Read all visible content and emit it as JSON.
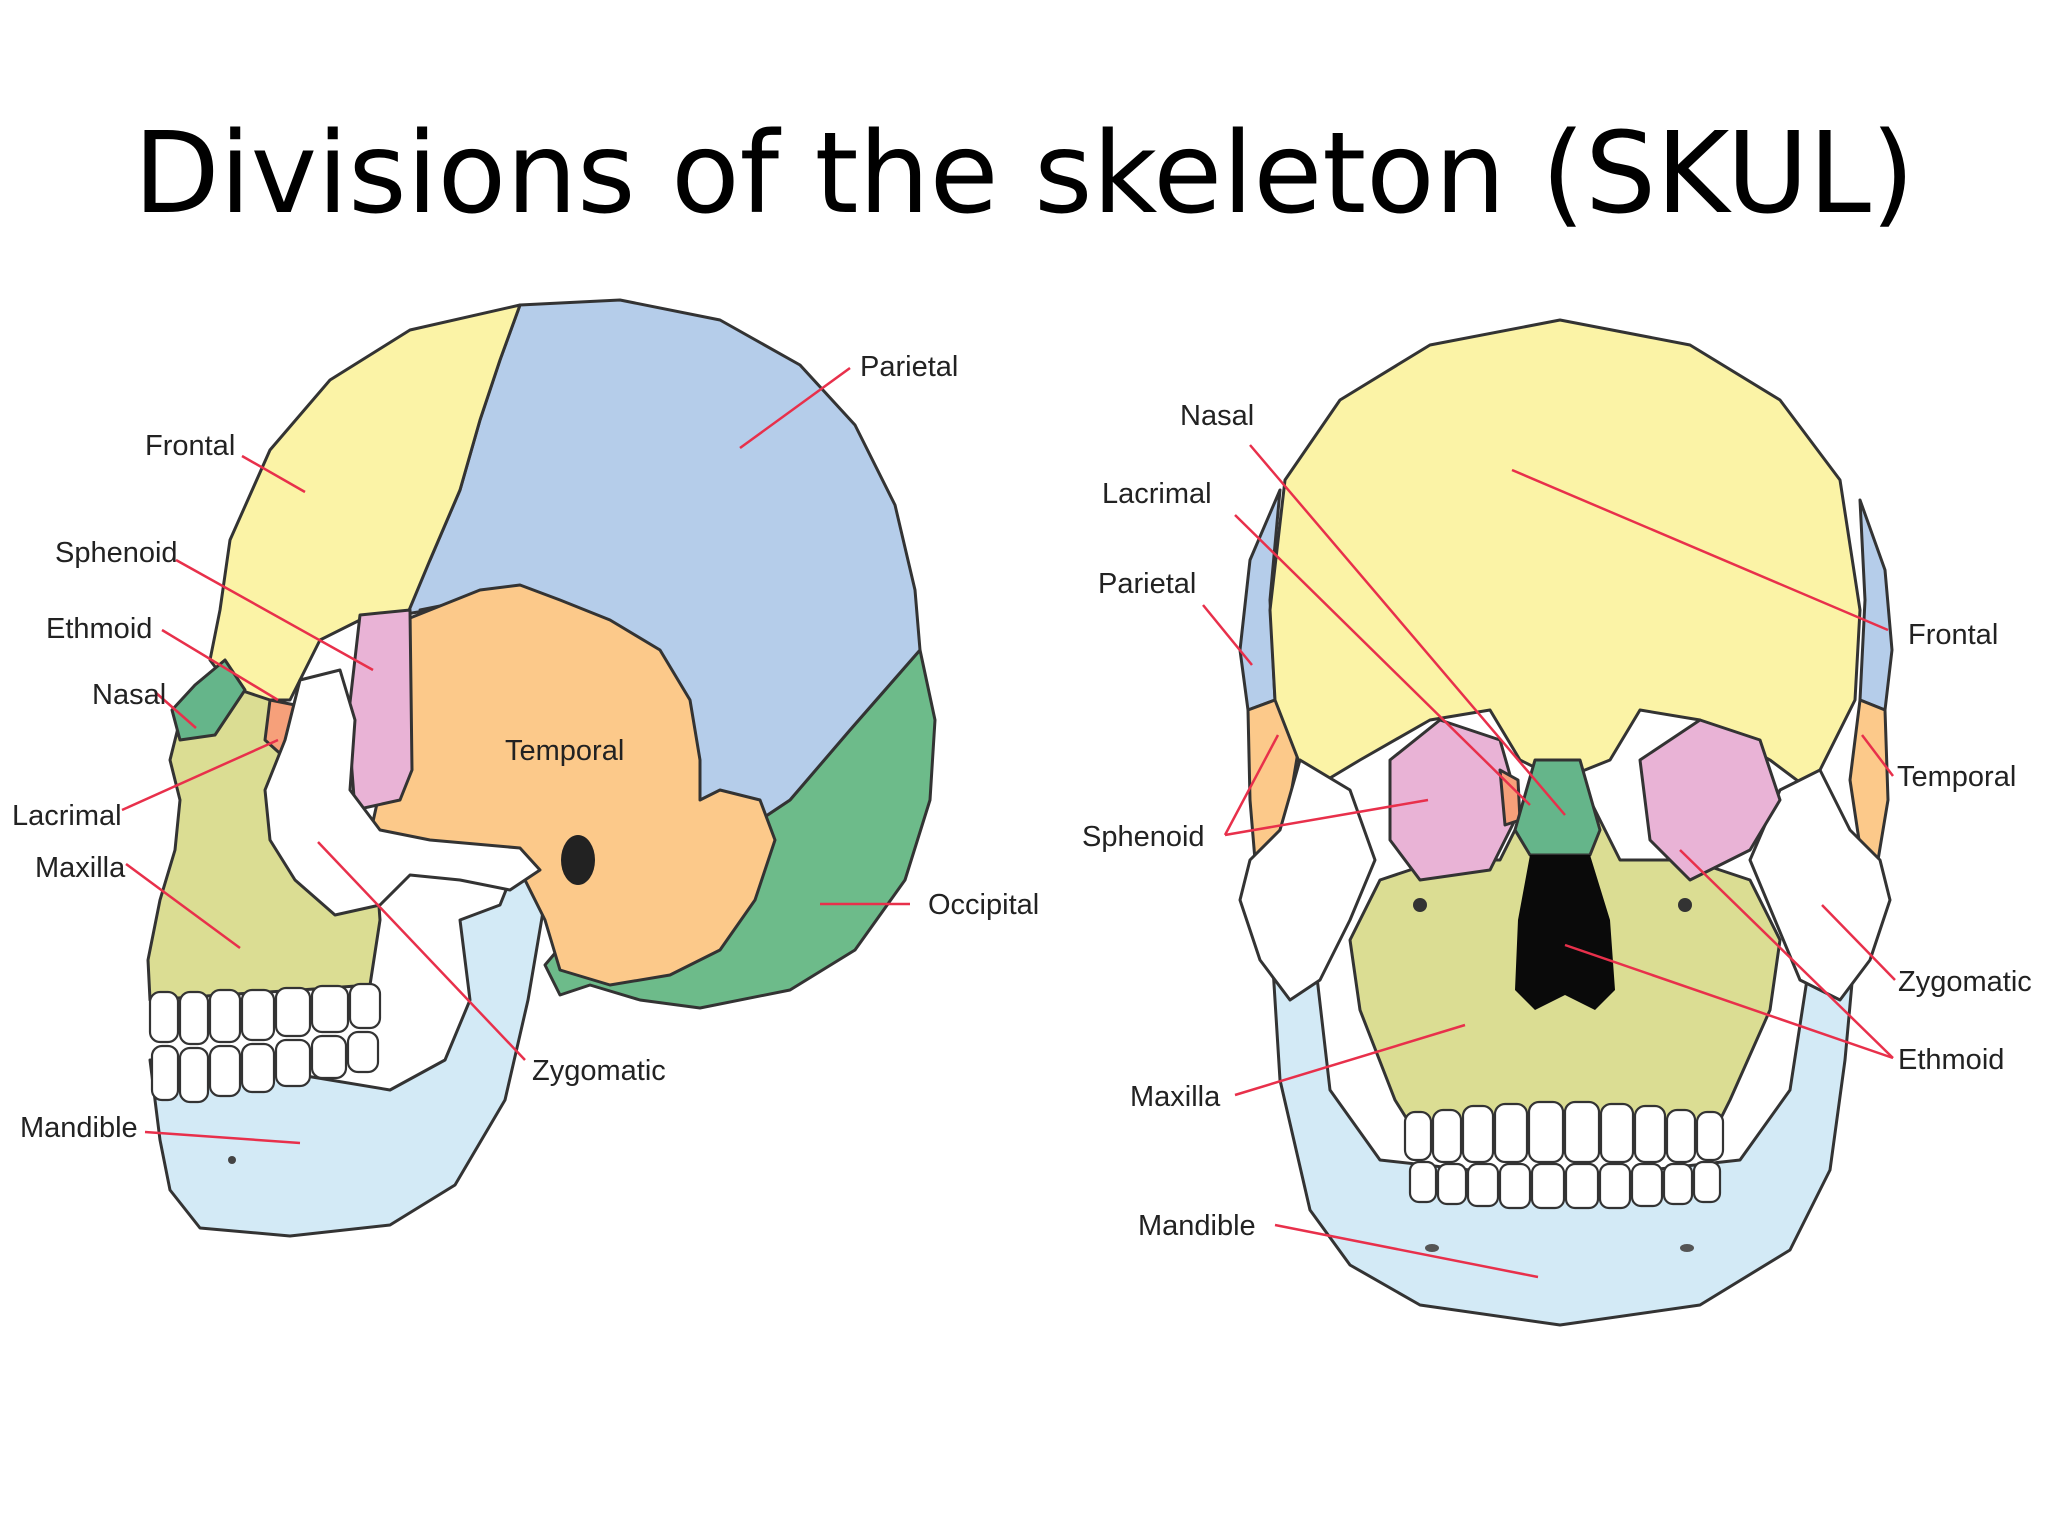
{
  "title": "Divisions of the skeleton (SKUL)",
  "colors": {
    "frontal": "#fbf3a6",
    "parietal": "#b5cdea",
    "temporal": "#fcc98a",
    "occipital": "#6dbb8a",
    "sphenoid": "#e9b3d6",
    "zygomatic": "#ffffff",
    "mandible": "#d3eaf6",
    "maxilla": "#dbdd93",
    "nasal": "#65b58a",
    "lacrimal": "#f6a07a",
    "leader_line": "#e8304b"
  },
  "lateral_view": {
    "labels": {
      "frontal": "Frontal",
      "parietal": "Parietal",
      "sphenoid": "Sphenoid",
      "ethmoid": "Ethmoid",
      "nasal": "Nasal",
      "temporal": "Temporal",
      "lacrimal": "Lacrimal",
      "maxilla": "Maxilla",
      "occipital": "Occipital",
      "zygomatic": "Zygomatic",
      "mandible": "Mandible"
    }
  },
  "frontal_view": {
    "labels": {
      "nasal": "Nasal",
      "lacrimal": "Lacrimal",
      "parietal": "Parietal",
      "frontal": "Frontal",
      "temporal": "Temporal",
      "sphenoid": "Sphenoid",
      "zygomatic": "Zygomatic",
      "ethmoid": "Ethmoid",
      "maxilla": "Maxilla",
      "mandible": "Mandible"
    }
  }
}
